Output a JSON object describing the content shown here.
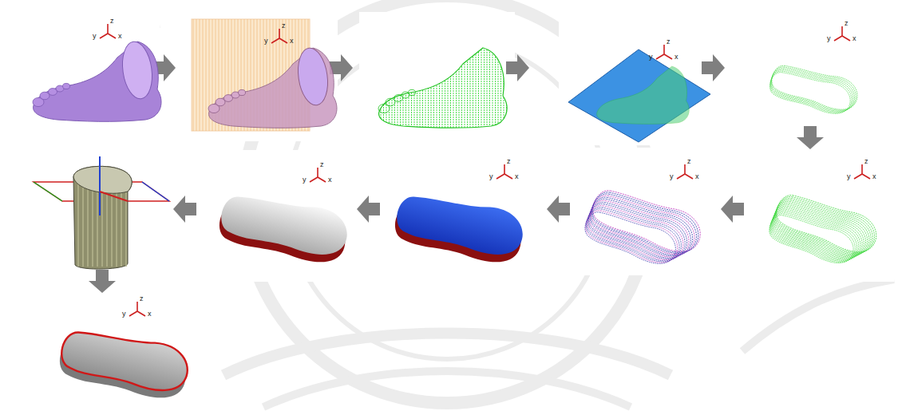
{
  "diagram": {
    "labels": [
      "y",
      "z",
      "x",
      "y",
      "z",
      "x",
      "y",
      "z",
      "x",
      "y",
      "z",
      "x",
      "y",
      "z",
      "x",
      "y",
      "z",
      "x",
      "y",
      "z",
      "x",
      "y",
      "z",
      "x",
      "y",
      "z",
      "x"
    ]
  }
}
